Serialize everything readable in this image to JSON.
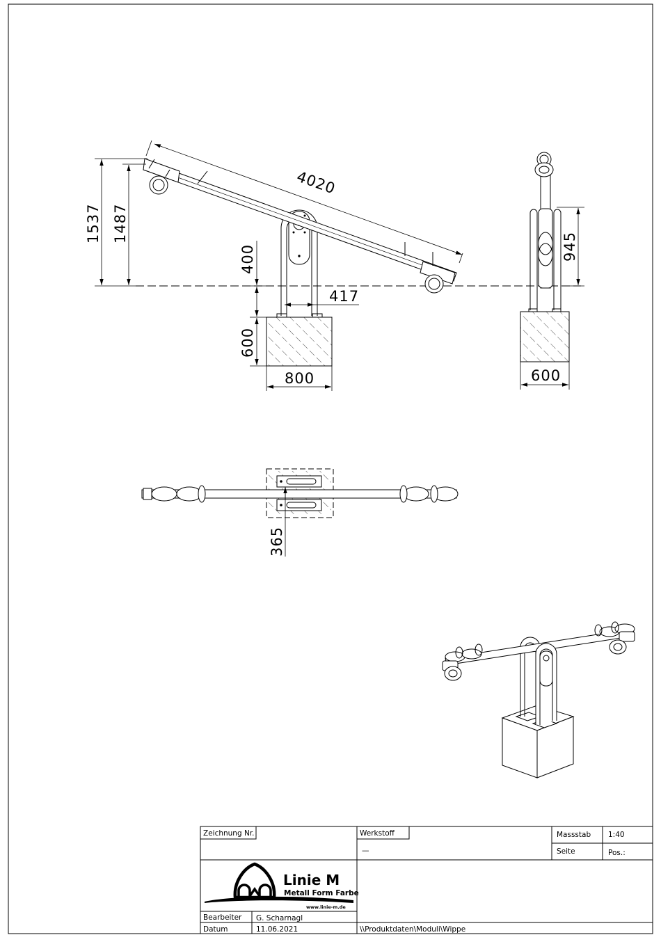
{
  "dimensions": {
    "side_beam_length": "4020",
    "side_height_total": "1537",
    "side_height_seat": "1487",
    "side_post_height": "400",
    "side_post_spacing": "417",
    "side_foundation_depth": "600",
    "side_foundation_width": "800",
    "end_height": "945",
    "end_foundation_width": "600",
    "top_post_offset": "365"
  },
  "title_block": {
    "drawing_no_label": "Zeichnung  Nr.",
    "drawing_no_value": "",
    "material_label": "Werkstoff",
    "material_value": "—",
    "scale_label": "Massstab",
    "scale_value": "1:40",
    "page_label": "Seite",
    "page_value": "Pos.:",
    "drawn_by_label": "Bearbeiter",
    "drawn_by_value": "G.  Scharnagl",
    "date_label": "Datum",
    "date_value": "11.06.2021",
    "file_path": "\\\\Produktdaten\\Moduli\\Wippe"
  },
  "logo": {
    "name": "Linie M",
    "tagline": "Metall Form Farbe",
    "url": "www.linie-m.de"
  }
}
